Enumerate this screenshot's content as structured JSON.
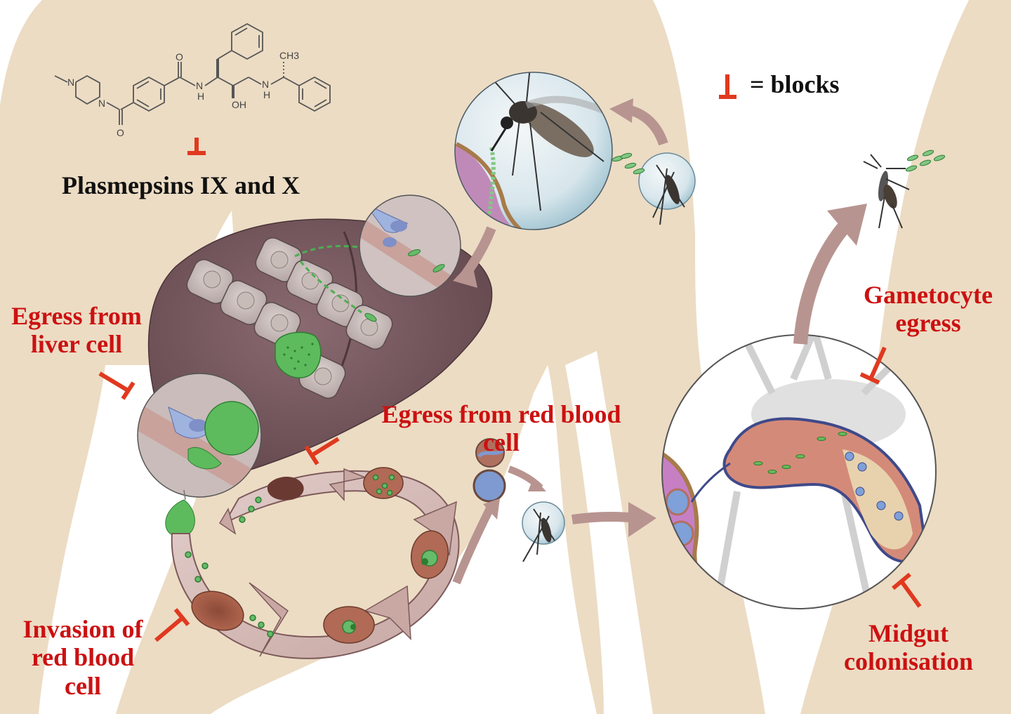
{
  "diagram": {
    "subject": "Malaria parasite life cycle with points blocked by plasmepsin IX and X inhibitor",
    "colors": {
      "background_body": "#ecdcc4",
      "label_red": "#cc1111",
      "blocker_red": "#e0391f",
      "liver": "#7a5a60",
      "parasite_green": "#4caf50",
      "arrow_mauve": "#b89490",
      "rbc": "#a5604a",
      "text_black": "#111111"
    },
    "compound": {
      "structure_labels": [
        "N",
        "N",
        "O",
        "O",
        "N",
        "H",
        "OH",
        "N",
        "H",
        "CH3"
      ],
      "target_label": "Plasmepsins IX and X"
    },
    "legend": {
      "symbol": "blocker-symbol",
      "text": "= blocks"
    },
    "labels": {
      "liver_egress": [
        "Egress from",
        "liver cell"
      ],
      "rbc_egress": [
        "Egress from red blood",
        "cell"
      ],
      "rbc_invasion": [
        "Invasion of",
        "red blood",
        "cell"
      ],
      "gametocyte_egress": [
        "Gametocyte",
        "egress"
      ],
      "midgut": [
        "Midgut",
        "colonisation"
      ]
    },
    "stages": [
      "mosquito-bite-skin",
      "sporozoite-transit-to-liver",
      "liver-schizont",
      "merosome-release",
      "blood-stage-cycle",
      "gametocytes",
      "mosquito-midgut",
      "sporozoite-transmission"
    ]
  }
}
